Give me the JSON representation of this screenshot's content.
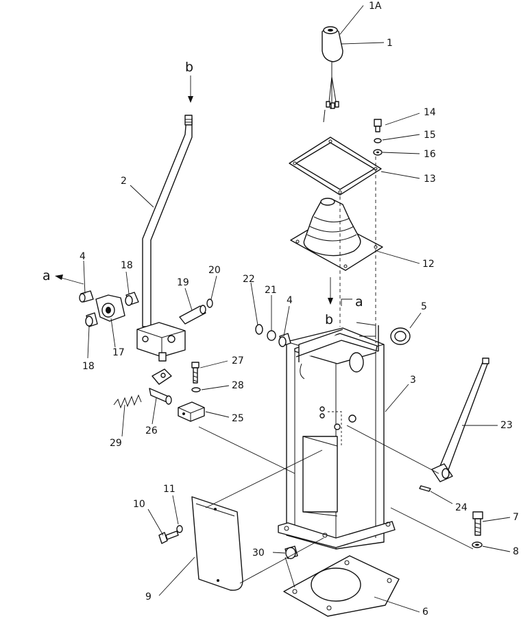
{
  "diagram": {
    "callouts": {
      "p1": "1",
      "p1A": "1A",
      "p2": "2",
      "p3": "3",
      "p4a": "4",
      "p4b": "4",
      "p5": "5",
      "p6": "6",
      "p7": "7",
      "p8": "8",
      "p9": "9",
      "p10": "10",
      "p11": "11",
      "p12": "12",
      "p13": "13",
      "p14": "14",
      "p15": "15",
      "p16": "16",
      "p17": "17",
      "p18a": "18",
      "p18b": "18",
      "p19": "19",
      "p20": "20",
      "p21": "21",
      "p22": "22",
      "p23": "23",
      "p24": "24",
      "p25": "25",
      "p26": "26",
      "p27": "27",
      "p28": "28",
      "p29": "29",
      "p30": "30"
    },
    "view_markers": {
      "a_left": "a",
      "a_right": "a",
      "b_top": "b",
      "b_mid": "b"
    }
  }
}
